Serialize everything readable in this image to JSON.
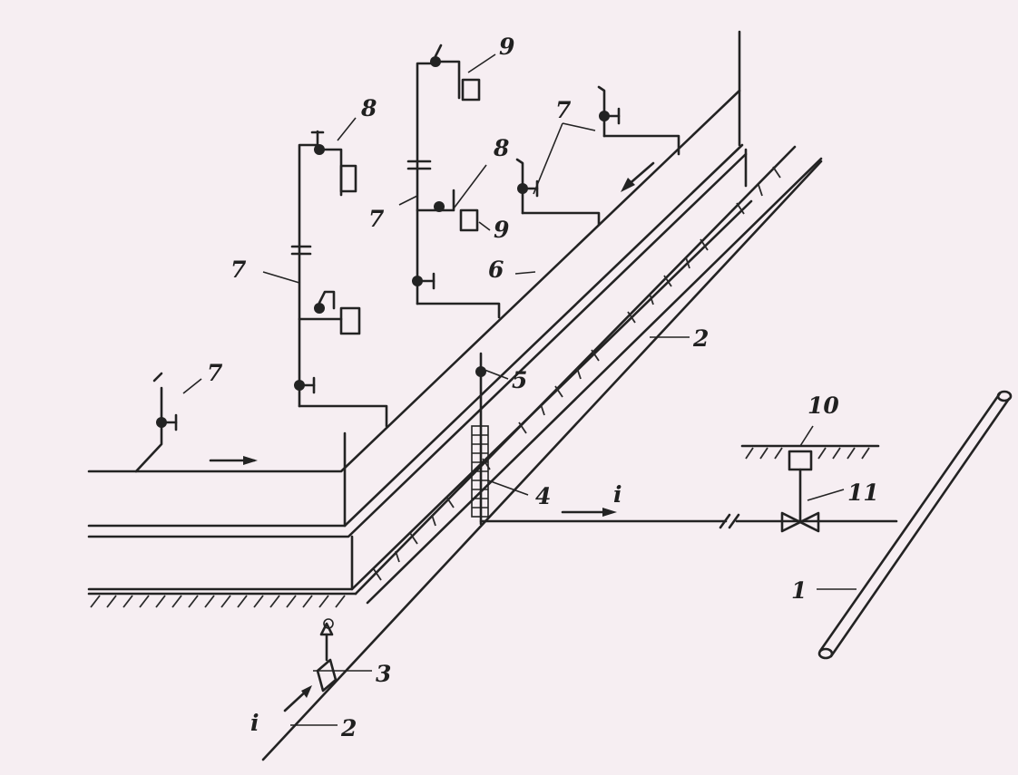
{
  "labels": {
    "l1": "1",
    "l2_top": "2",
    "l2_bottom": "2",
    "l3": "3",
    "l4": "4",
    "l5": "5",
    "l6": "6",
    "l7_left": "7",
    "l7_mid": "7",
    "l7_center": "7",
    "l7_right": "7",
    "l8_left": "8",
    "l8_center": "8",
    "l9_top": "9",
    "l9_mid": "9",
    "l10": "10",
    "l11": "11",
    "flow_in": "i",
    "flow_out": "i"
  },
  "colors": {
    "ink": "#232323",
    "paper": "#f6eef2"
  }
}
